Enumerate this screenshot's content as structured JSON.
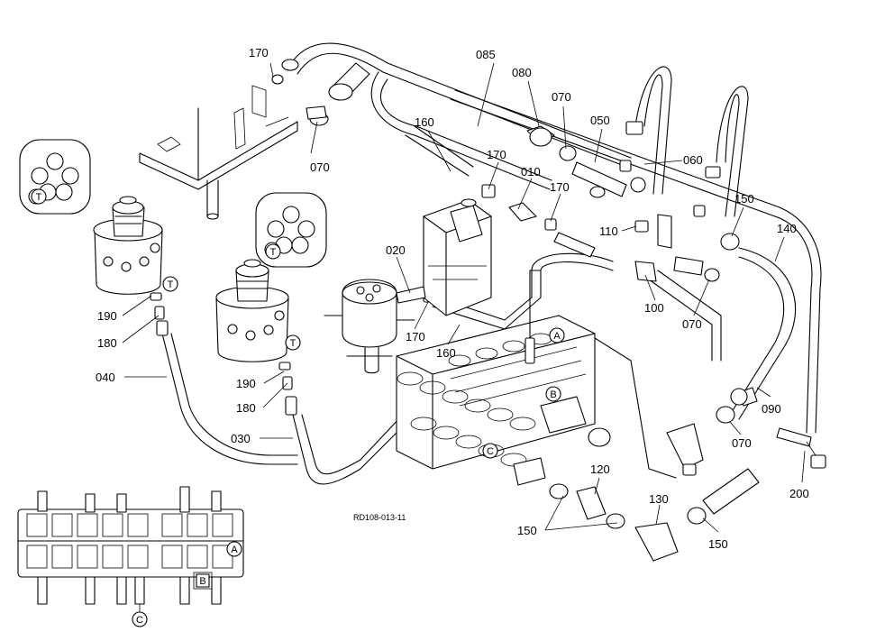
{
  "diagram": {
    "reference": "RD108-013-11",
    "part_labels": [
      "170",
      "070",
      "085",
      "080",
      "070",
      "050",
      "160",
      "170",
      "010",
      "170",
      "060",
      "150",
      "140",
      "110",
      "100",
      "070",
      "020",
      "170",
      "190",
      "180",
      "040",
      "160",
      "190",
      "180",
      "030",
      "090",
      "070",
      "120",
      "200",
      "150",
      "130",
      "150"
    ],
    "circle_markers": [
      "T",
      "T",
      "T",
      "T",
      "A",
      "B",
      "C",
      "A",
      "B",
      "C"
    ]
  }
}
